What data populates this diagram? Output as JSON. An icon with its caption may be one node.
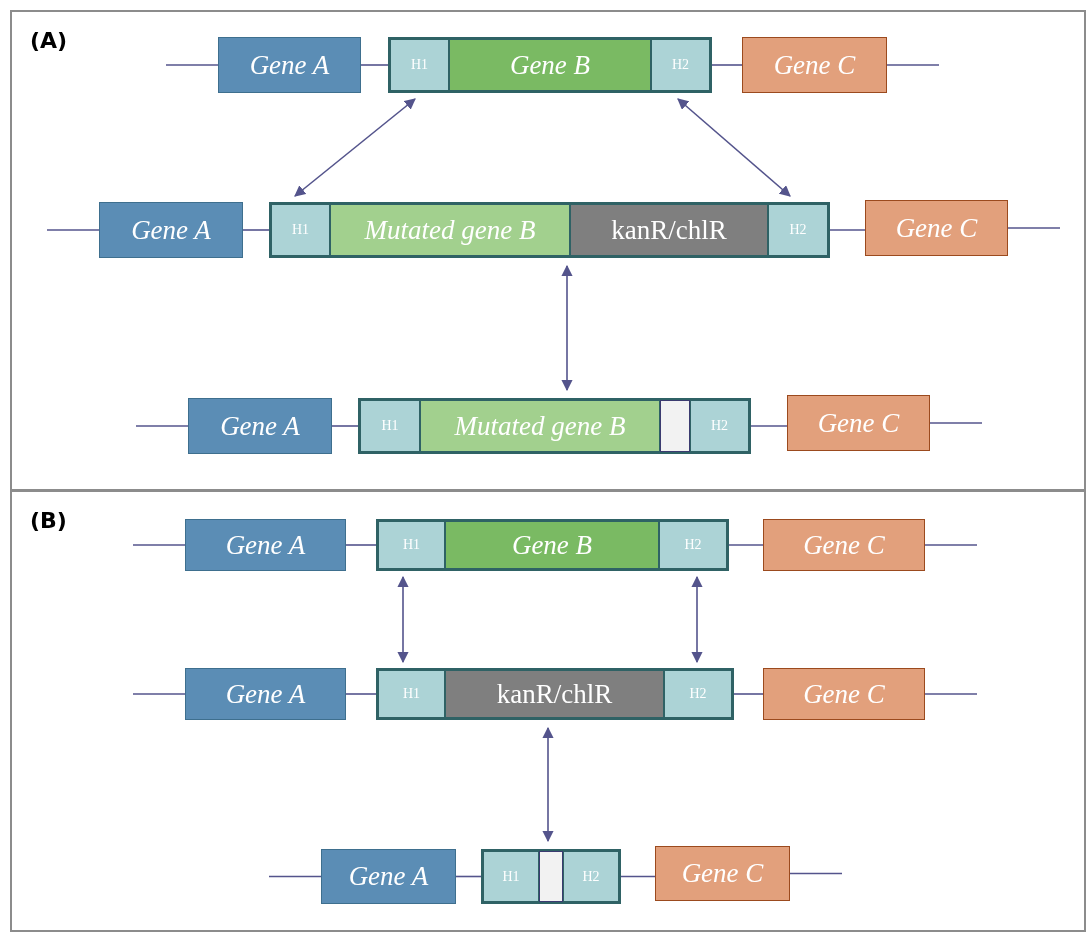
{
  "diagram": {
    "nodes": [
      {
        "text": [
          "(A)"
        ]
      },
      {
        "text": [
          "Gene A"
        ],
        "in": 0
      },
      {
        "text": [],
        "shape": "box",
        "in": 0
      },
      {
        "text": [
          "H1"
        ],
        "in": 2
      },
      {
        "text": [
          "Gene B"
        ],
        "in": 2
      },
      {
        "text": [
          "H2"
        ],
        "in": 2
      },
      {
        "text": [
          "Gene C"
        ],
        "in": 0
      },
      {
        "text": [
          "Gene A"
        ],
        "in": 0
      },
      {
        "text": [],
        "shape": "box",
        "in": 0
      },
      {
        "text": [
          "H1"
        ],
        "in": 8
      },
      {
        "text": [
          "Mutated gene B"
        ],
        "in": 8
      },
      {
        "text": [
          "kanR/chlR"
        ],
        "in": 8
      },
      {
        "text": [
          "H2"
        ],
        "in": 8
      },
      {
        "text": [
          "Gene C"
        ],
        "in": 0
      },
      {
        "text": [
          "Gene A"
        ],
        "in": 0
      },
      {
        "text": [],
        "shape": "box",
        "in": 0
      },
      {
        "text": [
          "H1"
        ],
        "in": 15
      },
      {
        "text": [
          "Mutated gene B"
        ],
        "in": 15
      },
      {
        "text": [],
        "shape": "box",
        "in": 15
      },
      {
        "text": [
          "H2"
        ],
        "in": 15
      },
      {
        "text": [
          "Gene C"
        ],
        "in": 0
      },
      {
        "text": [
          "(B)"
        ]
      },
      {
        "text": [
          "Gene A"
        ],
        "in": 21
      },
      {
        "text": [],
        "shape": "box",
        "in": 21
      },
      {
        "text": [
          "H1"
        ],
        "in": 23
      },
      {
        "text": [
          "Gene B"
        ],
        "in": 23
      },
      {
        "text": [
          "H2"
        ],
        "in": 23
      },
      {
        "text": [
          "Gene C"
        ],
        "in": 21
      },
      {
        "text": [
          "Gene A"
        ],
        "in": 21
      },
      {
        "text": [],
        "shape": "box",
        "in": 21
      },
      {
        "text": [
          "H1"
        ],
        "in": 29
      },
      {
        "text": [
          "kanR/chlR"
        ],
        "in": 29
      },
      {
        "text": [
          "H2"
        ],
        "in": 29
      },
      {
        "text": [
          "Gene C"
        ],
        "in": 21
      },
      {
        "text": [
          "Gene A"
        ],
        "in": 21
      },
      {
        "text": [],
        "shape": "box",
        "in": 21
      },
      {
        "text": [
          "H1"
        ],
        "in": 35
      },
      {
        "text": [],
        "shape": "box",
        "in": 35
      },
      {
        "text": [
          "H2"
        ],
        "in": 35
      },
      {
        "text": [
          "Gene C"
        ],
        "in": 21
      }
    ],
    "edges": [
      {
        "from": null,
        "to": 1,
        "arrow": "none"
      },
      {
        "from": 1,
        "to": 2,
        "arrow": "none"
      },
      {
        "from": 2,
        "to": 6,
        "arrow": "none"
      },
      {
        "from": 6,
        "to": null,
        "arrow": "none"
      },
      {
        "from": null,
        "to": 7,
        "arrow": "none"
      },
      {
        "from": 7,
        "to": 8,
        "arrow": "none"
      },
      {
        "from": 8,
        "to": 13,
        "arrow": "none"
      },
      {
        "from": 13,
        "to": null,
        "arrow": "none"
      },
      {
        "from": null,
        "to": 14,
        "arrow": "none"
      },
      {
        "from": 14,
        "to": 15,
        "arrow": "none"
      },
      {
        "from": 15,
        "to": 20,
        "arrow": "none"
      },
      {
        "from": 20,
        "to": null,
        "arrow": "none"
      },
      {
        "from": 3,
        "to": 9,
        "arrow": "both"
      },
      {
        "from": 5,
        "to": 12,
        "arrow": "both"
      },
      {
        "from": 8,
        "to": 15,
        "arrow": "both"
      },
      {
        "from": null,
        "to": 22,
        "arrow": "none"
      },
      {
        "from": 22,
        "to": 23,
        "arrow": "none"
      },
      {
        "from": 23,
        "to": 27,
        "arrow": "none"
      },
      {
        "from": 27,
        "to": null,
        "arrow": "none"
      },
      {
        "from": null,
        "to": 28,
        "arrow": "none"
      },
      {
        "from": 28,
        "to": 29,
        "arrow": "none"
      },
      {
        "from": 29,
        "to": 33,
        "arrow": "none"
      },
      {
        "from": 33,
        "to": null,
        "arrow": "none"
      },
      {
        "from": null,
        "to": 34,
        "arrow": "none"
      },
      {
        "from": 34,
        "to": 35,
        "arrow": "none"
      },
      {
        "from": 35,
        "to": 39,
        "arrow": "none"
      },
      {
        "from": 39,
        "to": null,
        "arrow": "none"
      },
      {
        "from": 24,
        "to": 30,
        "arrow": "both"
      },
      {
        "from": 26,
        "to": 32,
        "arrow": "both"
      },
      {
        "from": 29,
        "to": 35,
        "arrow": "both"
      }
    ]
  }
}
